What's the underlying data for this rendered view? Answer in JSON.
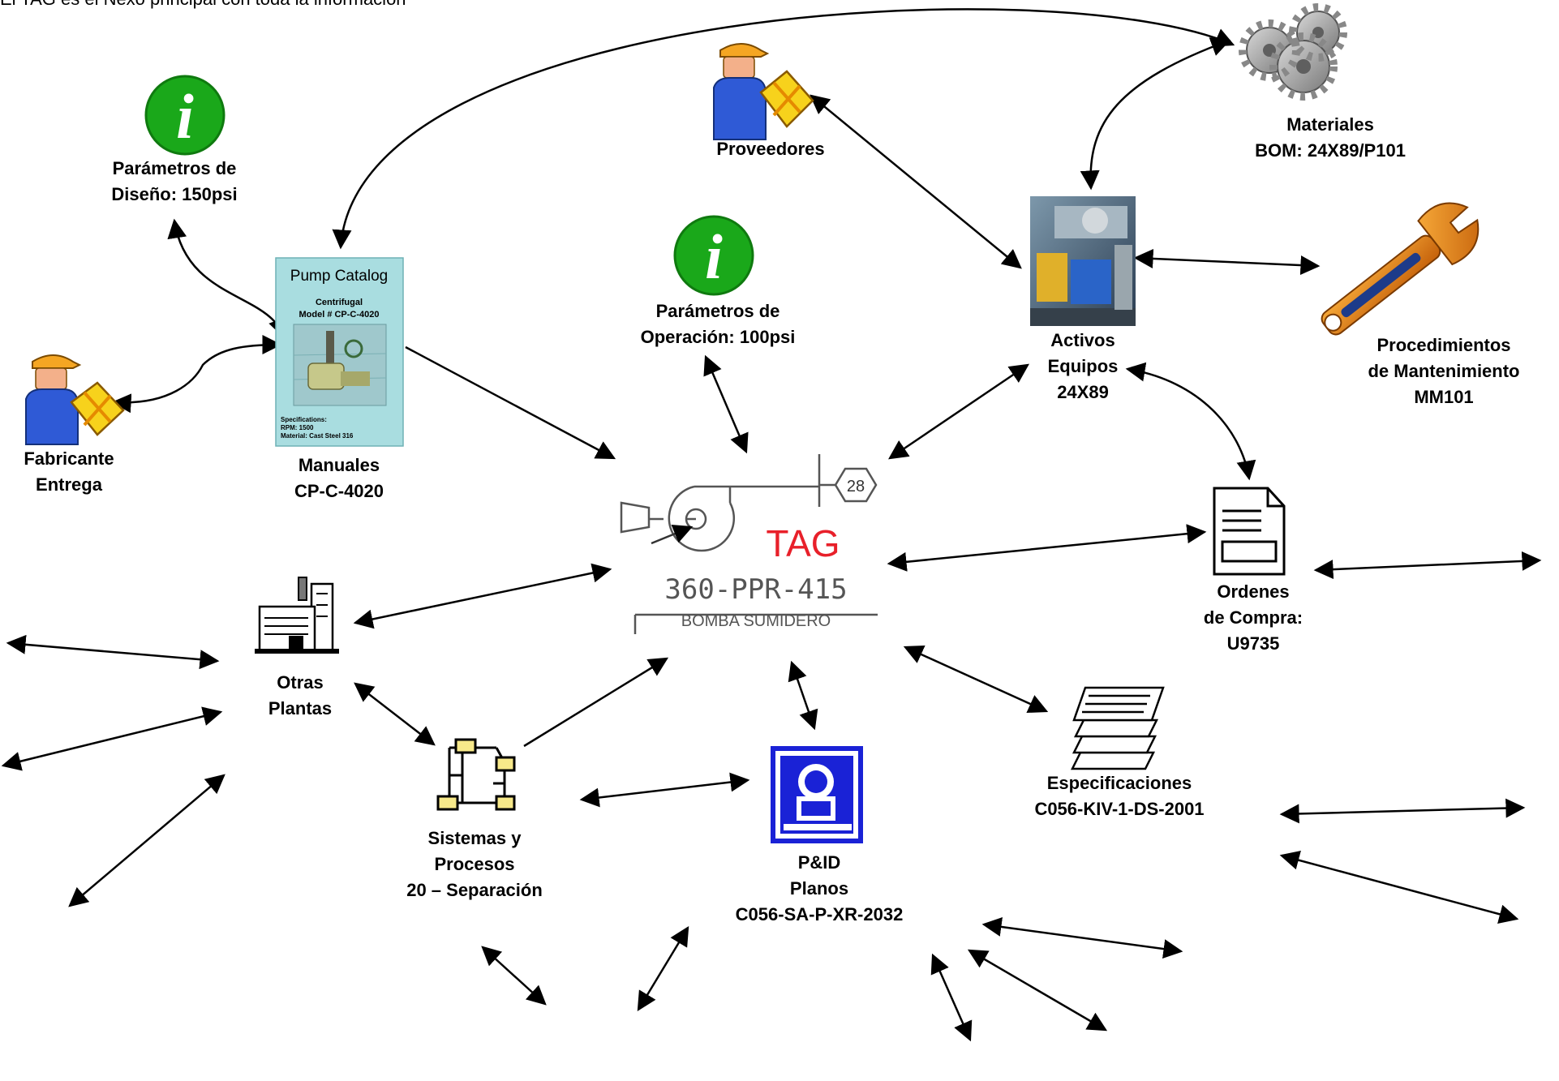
{
  "header_text": "El TAG es el Nexo principal con toda la información",
  "center": {
    "tag_label": "TAG",
    "tag_number": "360-PPR-415",
    "tag_description": "BOMBA SUMIDERO",
    "hex_number": "28"
  },
  "catalog": {
    "title": "Pump Catalog",
    "line1": "Centrifugal",
    "line2": "Model # CP-C-4020",
    "spec1": "Specifications:",
    "spec2": "RPM: 1500",
    "spec3": "Material: Cast Steel 316"
  },
  "nodes": {
    "diseno": [
      "Parámetros de",
      "Diseño: 150psi"
    ],
    "fabricante": [
      "Fabricante",
      "Entrega"
    ],
    "manuales": [
      "Manuales",
      "CP-C-4020"
    ],
    "proveedores": [
      "Proveedores"
    ],
    "operacion": [
      "Parámetros de",
      "Operación: 100psi"
    ],
    "materiales": [
      "Materiales",
      "BOM: 24X89/P101"
    ],
    "activos": [
      "Activos",
      "Equipos",
      "24X89"
    ],
    "mantenimiento": [
      "Procedimientos",
      "de Mantenimiento",
      "MM101"
    ],
    "ordenes": [
      "Ordenes",
      "de Compra:",
      "U9735"
    ],
    "otras_plantas": [
      "Otras",
      "Plantas"
    ],
    "sistemas": [
      "Sistemas y",
      "Procesos",
      "20 – Separación"
    ],
    "pid": [
      "P&ID",
      "Planos",
      "C056-SA-P-XR-2032"
    ],
    "especificaciones": [
      "Especificaciones",
      "C056-KIV-1-DS-2001"
    ]
  },
  "icons": [
    "info-icon",
    "worker-icon",
    "gears-icon",
    "wrench-icon",
    "pump-photo",
    "catalog-cover",
    "factory-icon",
    "flowchart-icon",
    "blueprint-icon",
    "document-icon",
    "documents-stack-icon",
    "pump-symbol"
  ],
  "colors": {
    "info_green": "#1aa81a",
    "tag_red": "#e8202a",
    "blueprint_blue": "#1a22d6",
    "catalog_bg": "#a9dde0",
    "wrench_orange": "#e07a10"
  }
}
